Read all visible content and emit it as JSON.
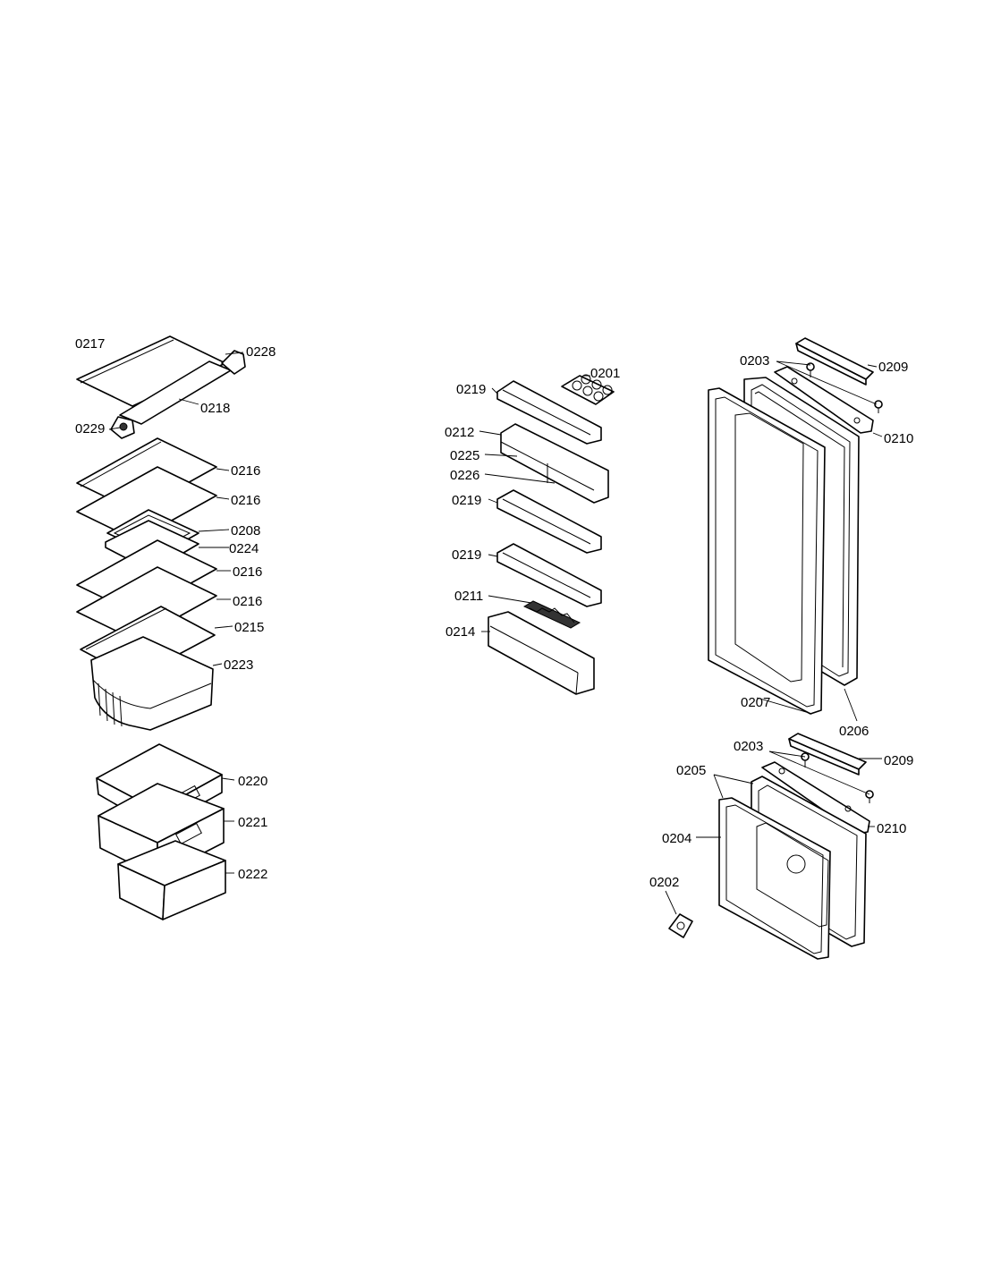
{
  "labels": {
    "l0217": "0217",
    "l0228": "0228",
    "l0218": "0218",
    "l0229": "0229",
    "l0216a": "0216",
    "l0216b": "0216",
    "l0208": "0208",
    "l0224": "0224",
    "l0216c": "0216",
    "l0216d": "0216",
    "l0215": "0215",
    "l0223": "0223",
    "l0220": "0220",
    "l0221": "0221",
    "l0222": "0222",
    "l0201": "0201",
    "l0219a": "0219",
    "l0212": "0212",
    "l0225": "0225",
    "l0226": "0226",
    "l0219b": "0219",
    "l0219c": "0219",
    "l0211": "0211",
    "l0214": "0214",
    "l0203a": "0203",
    "l0209a": "0209",
    "l0210a": "0210",
    "l0207": "0207",
    "l0206": "0206",
    "l0203b": "0203",
    "l0209b": "0209",
    "l0205": "0205",
    "l0204": "0204",
    "l0210b": "0210",
    "l0202": "0202"
  }
}
